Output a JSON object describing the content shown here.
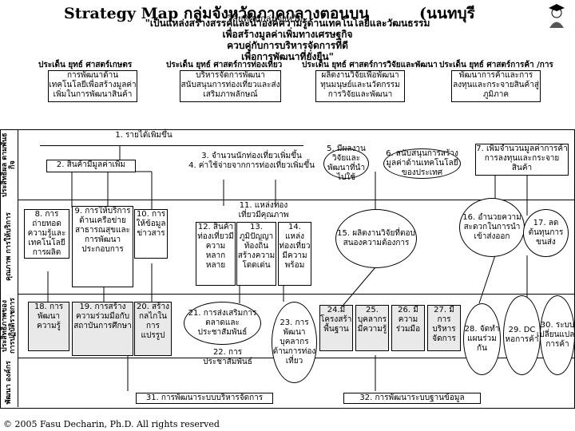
{
  "header": {
    "title": "Strategy Map กลุ่มจังหวัดภาคกลางตอนบน",
    "province": "(นนทบุรี",
    "subtitle": "วิสัยทัศน์กลุ่มจังหวัด"
  },
  "vision": {
    "line1": "\"เป็นแหล่งสร้างสรรค์และนำองค์ความรู้ด้านเทคโนโลยีและวัฒนธรรม",
    "line2": "เพื่อสร้างมูลค่าเพิ่มทางเศรษฐกิจ",
    "line3": "ควบคู่กับการบริหารจัดการที่ดี",
    "line4": "เพื่อการพัฒนาที่ยั่งยืน\""
  },
  "strategies": [
    "ประเด็น ยุทธ์ ศาสตร์เกษตร",
    "ประเด็น ยุทธ์ ศาสตร์การท่องเที่ยว",
    "ประเด็น ยุทธ์ ศาสตร์การวิจัยและพัฒนา",
    "ประเด็น ยุทธ์ ศาสตร์การค้า /การ"
  ],
  "strategy_boxes": [
    "การพัฒนาด้านเทคโนโลยีเพื่อสร้างมูลค่าเพิ่มในการพัฒนาสินค้าเกษตร",
    "บริหารจัดการพัฒนาสนับสนุนการท่องเที่ยวและส่งเสริมภาพลักษณ์",
    "ผลิตงานวิจัยเพื่อพัฒนาทุนมนุษย์และนวัตกรรมการวิจัยและพัฒนา",
    "พัฒนาการค้าและการลงทุนและกระจายสินค้าสู่ภูมิภาค"
  ],
  "perspectives": {
    "p1": "ประสิทธิผล ตามพันธ กิจ",
    "p2": "คุณภาพ การให้บริการ",
    "p3": "ประสิทธิภาพของ การปฏิบัติราชการ",
    "p4": "พัฒนา องค์กร"
  },
  "objectives": {
    "o1": "1. รายได้เพิ่มขึ้น",
    "o2": "2. สินค้ามีมูลค่าเพิ่ม",
    "o3": "3. จำนวนนักท่องเที่ยวเพิ่มขึ้น",
    "o4": "4. ค่าใช้จ่ายจากการท่องเที่ยวเพิ่มขึ้น",
    "o5": "5. มีผลงานวิจัยและพัฒนาที่นำไปใช้",
    "o6": "6. สนับสนุนการสร้างมูลค่าด้านเทคโนโลยีของประเทศ",
    "o7": "7. เพิ่มจำนวนมูลค่าการค้าการลงทุนและกระจายสินค้า",
    "o8": "8. การถ่ายทอดความรู้และเทคโนโลยีการผลิต",
    "o9": "9. การให้บริการด้านเครือข่ายสาธารณสุขและการพัฒนาประกอบการ",
    "o10": "10. การให้ข้อมูลข่าวสาร",
    "o11": "11. แหล่งท่องเที่ยวมีคุณภาพ",
    "o12": "12. สินค้าท่องเที่ยวมีความหลากหลาย",
    "o13": "13. ภูมิปัญญาท้องถิ่นสร้างความโดดเด่น",
    "o14": "14. แหล่งท่องเที่ยวมีความพร้อม",
    "o15": "15. ผลิตงานวิจัยที่ตอบสนองความต้องการ",
    "o16": "16. อำนวยความสะดวกในการนำเข้าส่งออก",
    "o17": "17. ลดต้นทุนการขนส่ง",
    "o18": "18. การพัฒนาความรู้",
    "o19": "19. การสร้างความร่วมมือกับสถาบันการศึกษา",
    "o20": "20. สร้างกลไกในการแปรรูป",
    "o21": "21. การส่งเสริมการตลาดและประชาสัมพันธ์",
    "o22": "22. การประชาสัมพันธ์",
    "o23": "23. การพัฒนาบุคลากรด้านการท่องเที่ยว",
    "o24": "24.มีโครงสร้างพื้นฐาน",
    "o25": "25. บุคลากรมีความรู้",
    "o26": "26. มีความร่วมมือ",
    "o27": "27. มีการบริหารจัดการ",
    "o28": "28. จัดทำแผนร่วมกัน",
    "o29": "29. DC หอการค้า",
    "o30": "30. ระบบเปลี่ยนแปลงการค้า",
    "o31": "31. การพัฒนาระบบบริหารจัดการ",
    "o32": "32. การพัฒนาระบบฐานข้อมูล"
  },
  "footer": {
    "copyright": "© 2005 Fasu Decharin, Ph.D. All rights reserved"
  },
  "colors": {
    "line": "#000000",
    "gray_box": "#e9e9e9",
    "background": "#ffffff"
  }
}
